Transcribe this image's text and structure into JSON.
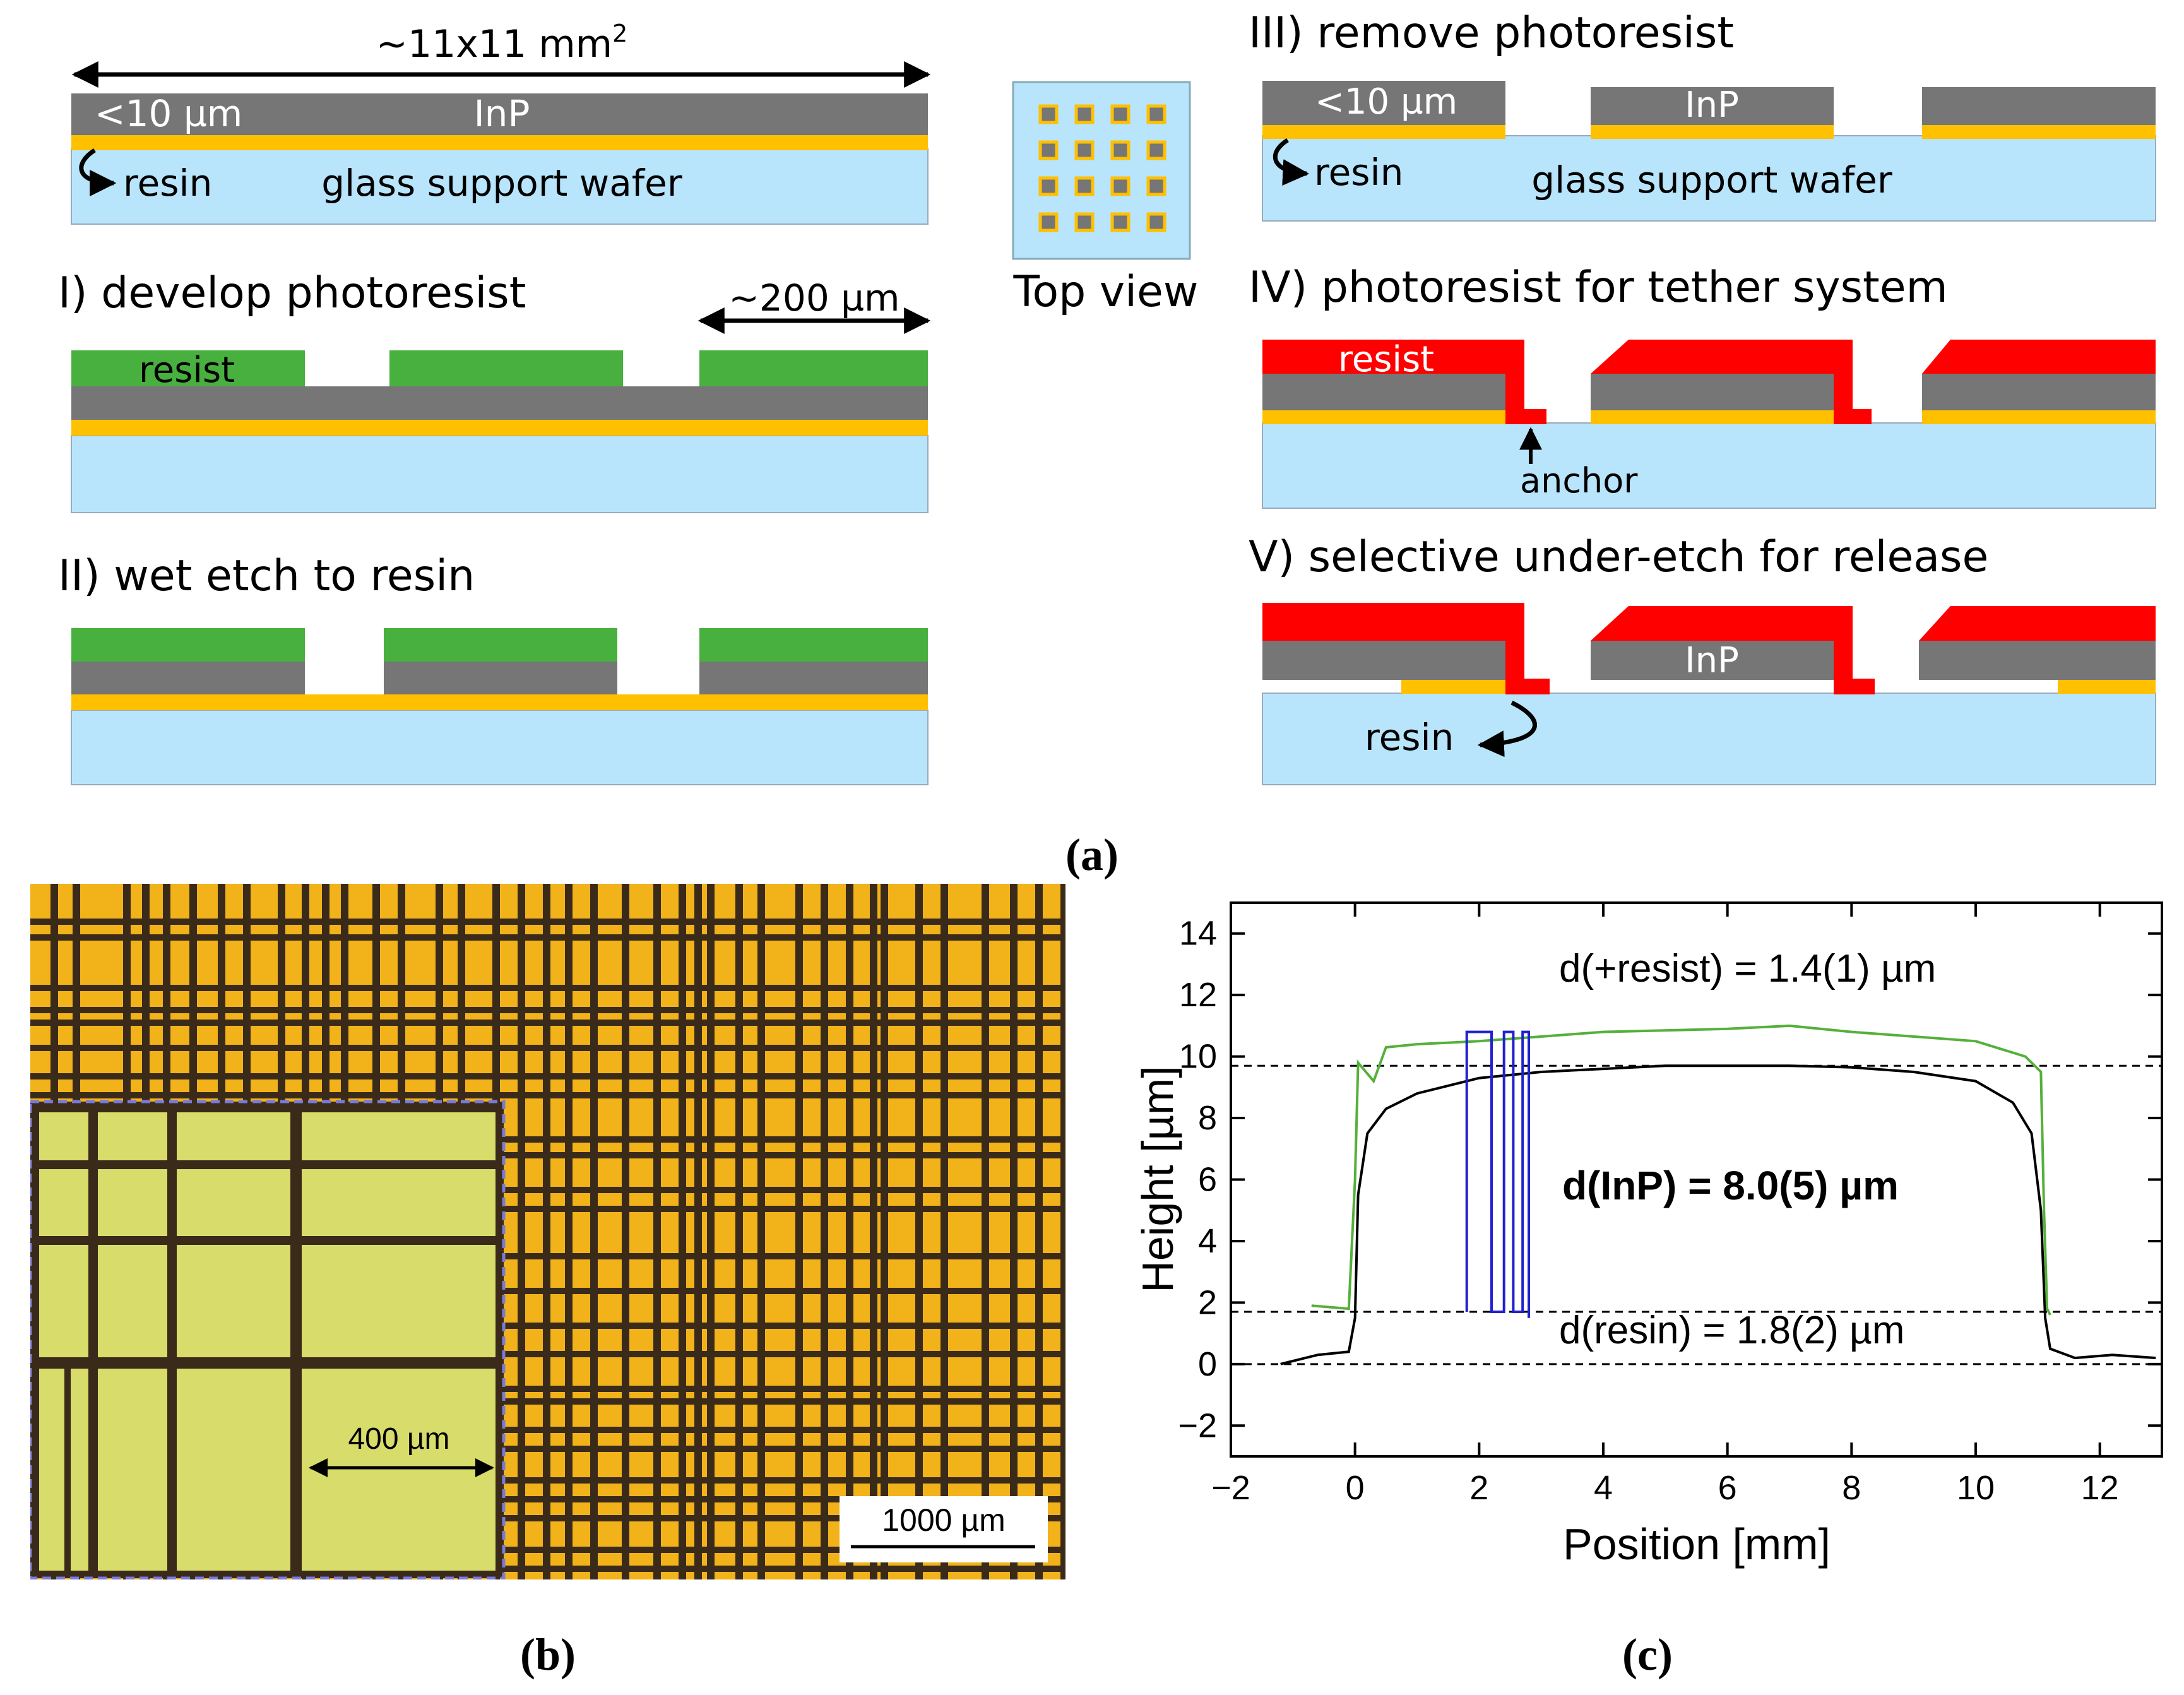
{
  "colors": {
    "glass": "#b8e5fb",
    "resin": "#ffc000",
    "inp": "#767676",
    "photoresist": "#47b03e",
    "tether": "#ff0000",
    "grid_line": "#3a2a1a",
    "chip_orange": "#f2b21a",
    "chip_green": "#d8dc6a",
    "inset_border": "#7a7ad8",
    "curve_black": "#000000",
    "curve_green": "#55b03a",
    "curve_blue": "#2020d0"
  },
  "panel_a": {
    "initial": {
      "size_label": "~11x11 mm",
      "size_sup": "2",
      "thickness": "<10 µm",
      "inp": "InP",
      "resin": "resin",
      "wafer": "glass support wafer"
    },
    "topview": {
      "label": "Top view"
    },
    "step1": {
      "title": "I) develop photoresist",
      "pitch": "~200 µm",
      "resist": "resist"
    },
    "step2": {
      "title": "II) wet etch to resin"
    },
    "step3": {
      "title": "III) remove photoresist",
      "thickness": "<10 µm",
      "inp": "InP",
      "resin": "resin",
      "wafer": "glass support wafer"
    },
    "step4": {
      "title": "IV) photoresist for tether system",
      "resist": "resist",
      "anchor": "anchor"
    },
    "step5": {
      "title": "V) selective under-etch for release",
      "inp": "InP",
      "resin": "resin"
    },
    "panel_label": "(a)"
  },
  "panel_b": {
    "inset_scale": "400 µm",
    "scalebar": "1000 µm",
    "panel_label": "(b)"
  },
  "panel_c": {
    "panel_label": "(c)",
    "annot_resist": "d(+resist) = 1.4(1) µm",
    "annot_inp": "d(InP) = 8.0(5) µm",
    "annot_resin": "d(resin) = 1.8(2) µm"
  },
  "chart_data": {
    "type": "line",
    "title": "",
    "xlabel": "Position [mm]",
    "ylabel": "Height [µm]",
    "xlim": [
      -2,
      13
    ],
    "ylim": [
      -3,
      15
    ],
    "xticks": [
      -2,
      0,
      2,
      4,
      6,
      8,
      10,
      12
    ],
    "yticks": [
      -2,
      0,
      2,
      4,
      6,
      8,
      10,
      12,
      14
    ],
    "reference_lines_y": [
      0,
      1.7,
      9.7
    ],
    "series": [
      {
        "color": "#000000",
        "x": [
          -1.2,
          -0.6,
          -0.1,
          0,
          0.05,
          0.2,
          0.5,
          1,
          2,
          3,
          4,
          5,
          6,
          7,
          8,
          9,
          10,
          10.6,
          10.9,
          11.05,
          11.12,
          11.2,
          11.6,
          12.2,
          12.9
        ],
        "y": [
          0,
          0.3,
          0.4,
          1.5,
          5.5,
          7.5,
          8.3,
          8.8,
          9.3,
          9.5,
          9.6,
          9.7,
          9.7,
          9.7,
          9.65,
          9.5,
          9.2,
          8.5,
          7.5,
          5,
          1.5,
          0.5,
          0.2,
          0.3,
          0.2
        ]
      },
      {
        "color": "#55b03a",
        "x": [
          -0.7,
          -0.1,
          0,
          0.05,
          0.3,
          0.5,
          1,
          2,
          4,
          6,
          7,
          8,
          10,
          10.8,
          11.05,
          11.1,
          11.15,
          11.2
        ],
        "y": [
          1.9,
          1.8,
          6,
          9.8,
          9.2,
          10.3,
          10.4,
          10.5,
          10.8,
          10.9,
          11,
          10.8,
          10.5,
          10,
          9.5,
          5,
          1.8,
          1.6
        ]
      },
      {
        "color": "#2020d0",
        "x": [
          1.8,
          1.8,
          2.2,
          2.2,
          2.4,
          2.4,
          2.55,
          2.55,
          2.7,
          2.7,
          2.8,
          2.8
        ],
        "y": [
          1.7,
          10.8,
          10.8,
          1.7,
          1.7,
          10.8,
          10.8,
          1.7,
          1.7,
          10.8,
          10.8,
          1.5
        ]
      }
    ]
  }
}
